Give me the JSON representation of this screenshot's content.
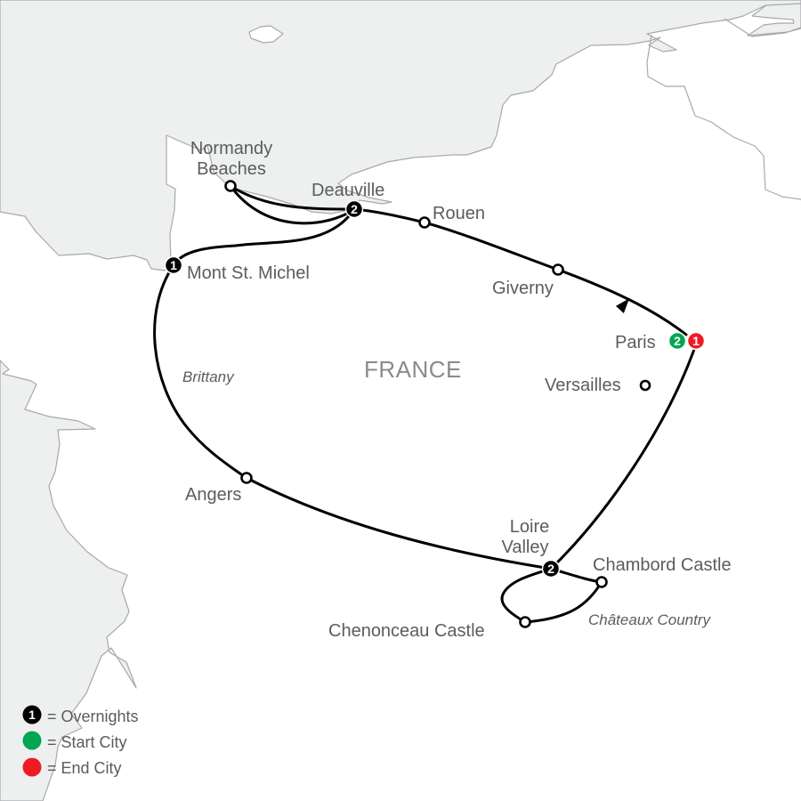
{
  "map": {
    "country_label": "FRANCE",
    "regions": [
      {
        "label": "Brittany"
      },
      {
        "label": "Châteaux Country"
      }
    ],
    "colors": {
      "sea": "#eeefef",
      "border": "#a8a9ab",
      "route": "#000000",
      "label": "#5b5c5e",
      "start": "#00a651",
      "end": "#ed1c24",
      "overnight": "#000000"
    },
    "stops": [
      {
        "name": "Normandy",
        "name2": "Beaches",
        "type": "stop"
      },
      {
        "name": "Deauville",
        "type": "overnight",
        "nights": "2"
      },
      {
        "name": "Rouen",
        "type": "stop"
      },
      {
        "name": "Mont St. Michel",
        "type": "overnight",
        "nights": "1"
      },
      {
        "name": "Giverny",
        "type": "stop"
      },
      {
        "name": "Paris",
        "type": "start-end",
        "start_nights": "2",
        "end_nights": "1"
      },
      {
        "name": "Versailles",
        "type": "stop"
      },
      {
        "name": "Angers",
        "type": "stop"
      },
      {
        "name": "Loire",
        "name2": "Valley",
        "type": "overnight",
        "nights": "2"
      },
      {
        "name": "Chambord Castle",
        "type": "stop"
      },
      {
        "name": "Chenonceau Castle",
        "type": "stop"
      }
    ],
    "direction_arrow": "arrow-icon"
  },
  "legend": {
    "items": [
      {
        "symbol": "1",
        "label": "= Overnights",
        "color": "#000000"
      },
      {
        "symbol": "",
        "label": "= Start City",
        "color": "#00a651"
      },
      {
        "symbol": "",
        "label": "= End City",
        "color": "#ed1c24"
      }
    ]
  }
}
